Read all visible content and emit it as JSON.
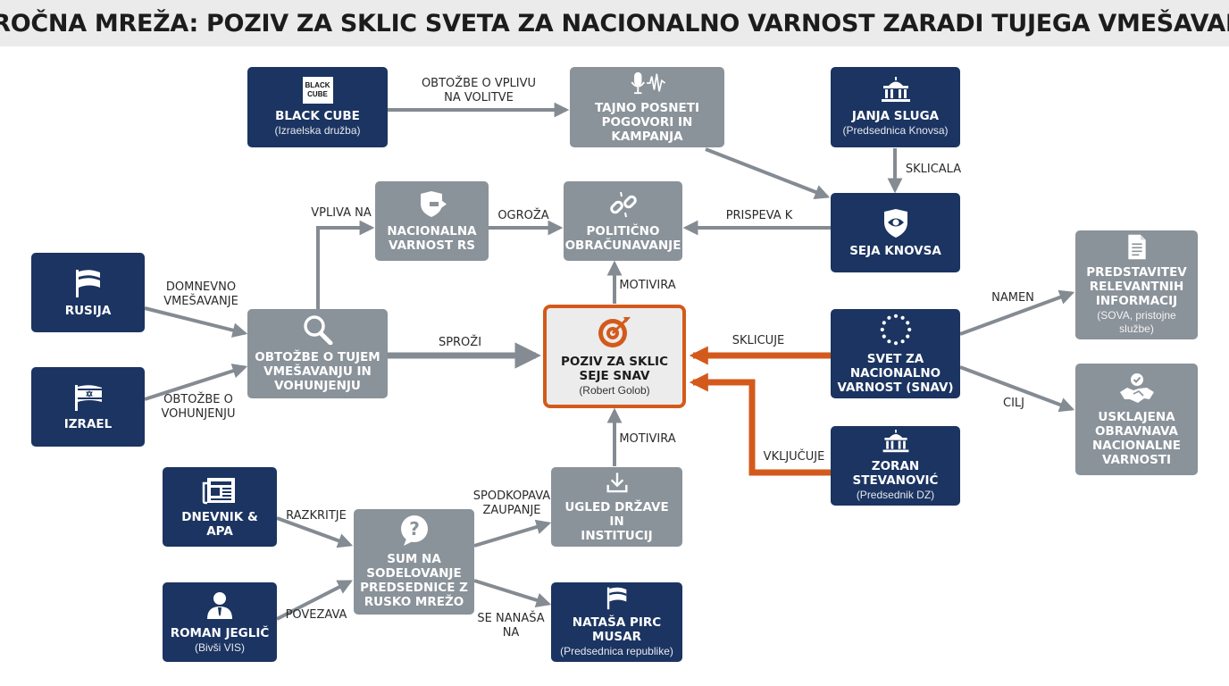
{
  "title": "VZROČNA MREŽA: POZIV ZA SKLIC SVETA ZA NACIONALNO VARNOST ZARADI TUJEGA VMEŠAVANJA",
  "colors": {
    "navy": "#1b3461",
    "grey": "#8a929a",
    "accent": "#d35a1c",
    "arrow": "#848b92"
  },
  "nodes": {
    "black_cube": {
      "title": "BLACK CUBE",
      "subtitle": "(Izraelska družba)",
      "logo_text": "BLACK\nCUBE"
    },
    "tajno": {
      "title": "TAJNO POSNETI\nPOGOVORI IN KAMPANJA",
      "icon": "microphone-waveform-icon"
    },
    "janja": {
      "title": "JANJA SLUGA",
      "subtitle": "(Predsednica Knovsa)",
      "icon": "parliament-icon"
    },
    "nac_varnost": {
      "title": "NACIONALNA\nVARNOST RS",
      "icon": "shield-arrow-icon"
    },
    "politicno": {
      "title": "POLITIČNO\nOBRAČUNAVANJE",
      "icon": "broken-link-icon"
    },
    "seja_knovsa": {
      "title": "SEJA KNOVSA",
      "icon": "shield-eye-icon"
    },
    "rusija": {
      "title": "RUSIJA",
      "icon": "flag-icon"
    },
    "izrael": {
      "title": "IZRAEL",
      "icon": "israel-flag-icon"
    },
    "obtozbe": {
      "title": "OBTOŽBE O TUJEM\nVMEŠAVANJU IN\nVOHUNJENJU",
      "icon": "magnifier-icon"
    },
    "poziv": {
      "title": "POZIV ZA SKLIC\nSEJE SNAV",
      "subtitle": "(Robert Golob)",
      "icon": "target-icon"
    },
    "snav": {
      "title": "SVET ZA NACIONALNO\nVARNOST (SNAV)",
      "icon": "eu-stars-icon"
    },
    "predstavitev": {
      "title": "PREDSTAVITEV\nRELEVANTNIH\nINFORMACIJ",
      "subtitle": "(SOVA, pristojne službe)",
      "icon": "document-icon"
    },
    "usklajena": {
      "title": "USKLAJENA\nOBRAVNAVA\nNACIONALNE\nVARNOSTI",
      "icon": "handshake-check-icon"
    },
    "zoran": {
      "title": "ZORAN STEVANOVIĆ",
      "subtitle": "(Predsednik DZ)",
      "icon": "parliament-icon"
    },
    "dnevnik": {
      "title": "DNEVNIK & APA",
      "icon": "newspaper-icon"
    },
    "sum": {
      "title": "SUM NA\nSODELOVANJE\nPREDSEDNICE Z\nRUSKO MREŽO",
      "icon": "question-bubble-icon"
    },
    "ugled": {
      "title": "UGLED DRŽAVE IN\nINSTITUCIJ",
      "icon": "download-tray-icon"
    },
    "roman": {
      "title": "ROMAN JEGLIČ",
      "subtitle": "(Bivši VIS)",
      "icon": "person-icon"
    },
    "natasa": {
      "title": "NATAŠA PIRC MUSAR",
      "subtitle": "(Predsednica republike)",
      "icon": "flag-icon"
    }
  },
  "edges": {
    "bc_tajno": "OBTOŽBE O VPLIVU\nNA VOLITVE",
    "janja_seja": "SKLICALA",
    "seja_pol": "PRISPEVA K",
    "nac_pol": "OGROŽA",
    "obt_nac": "VPLIVA NA",
    "rusija_obt": "DOMNEVNO\nVMEŠAVANJE",
    "izrael_obt": "OBTOŽBE O\nVOHUNJENJU",
    "obt_poziv": "SPROŽI",
    "poziv_pol": "MOTIVIRA",
    "ugled_poziv": "MOTIVIRA",
    "snav_poziv": "SKLICUJE",
    "zoran_poziv": "VKLJUČUJE",
    "snav_pred": "NAMEN",
    "snav_usk": "CILJ",
    "dnevnik_sum": "RAZKRITJE",
    "roman_sum": "POVEZAVA",
    "sum_ugled": "SPODKOPAVA\nZAUPANJE",
    "sum_natasa": "SE NANAŠA\nNA"
  }
}
